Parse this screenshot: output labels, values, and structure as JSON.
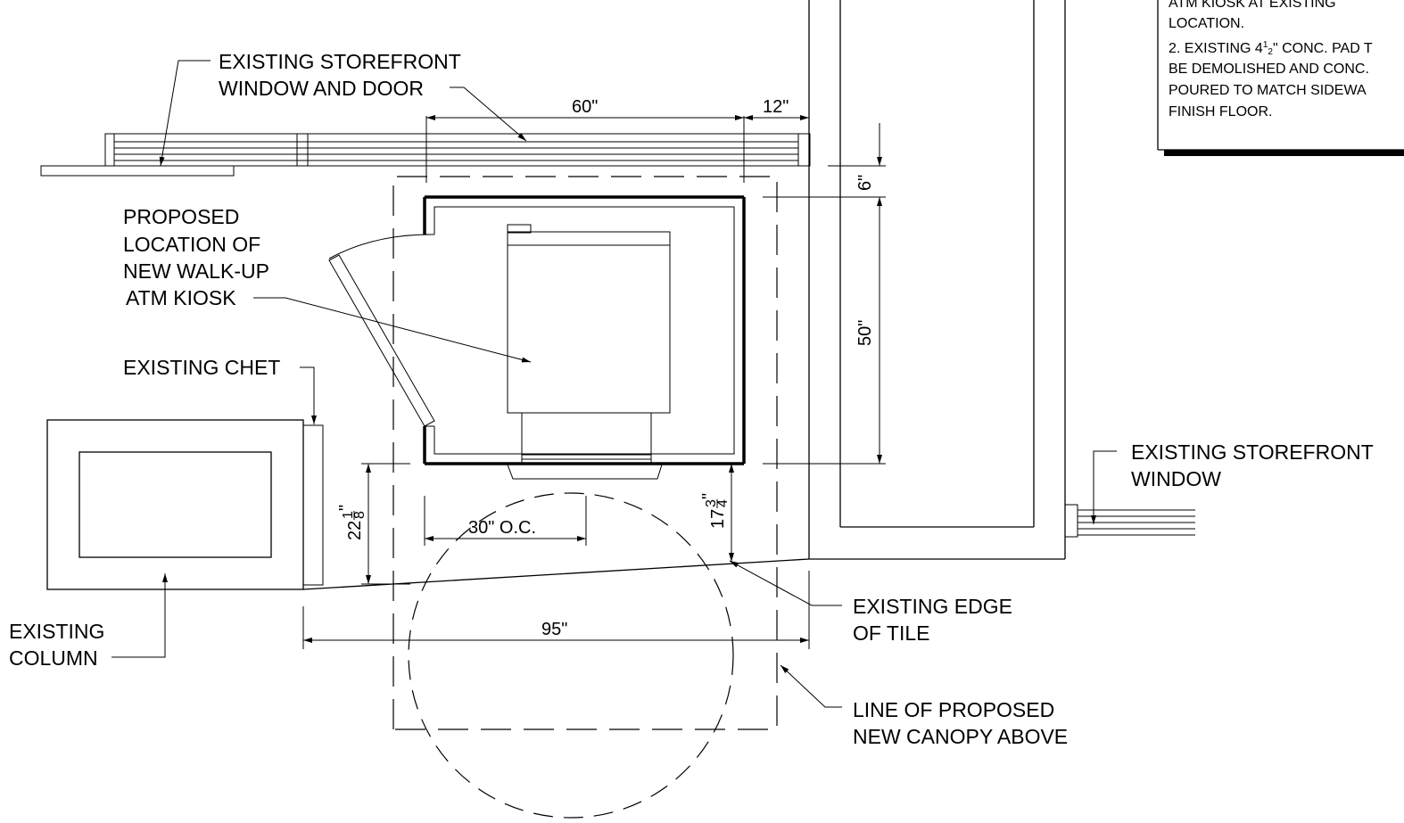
{
  "labels": {
    "existing_storefront_window_door_1": "EXISTING STOREFRONT",
    "existing_storefront_window_door_2": "WINDOW AND DOOR",
    "proposed_location_1": "PROPOSED",
    "proposed_location_2": "LOCATION OF",
    "proposed_location_3": "NEW WALK-UP",
    "proposed_location_4": "ATM KIOSK",
    "existing_chet": "EXISTING CHET",
    "existing_column_1": "EXISTING",
    "existing_column_2": "COLUMN",
    "existing_edge_tile_1": "EXISTING EDGE",
    "existing_edge_tile_2": "OF TILE",
    "canopy_line_1": "LINE OF PROPOSED",
    "canopy_line_2": "NEW CANOPY ABOVE",
    "storefront_window_1": "EXISTING STOREFRONT",
    "storefront_window_2": "WINDOW"
  },
  "dimensions": {
    "width_60": "60\"",
    "width_12": "12\"",
    "height_6": "6\"",
    "height_50": "50\"",
    "spacing_30_oc": "30\" O.C.",
    "width_95": "95\"",
    "height_22_whole": "22",
    "height_22_num": "1",
    "height_22_den": "8",
    "height_17_whole": "17",
    "height_17_num": "3",
    "height_17_den": "4",
    "inch_mark": "\""
  },
  "notes": {
    "line_1": "ATM KIOSK AT EXISTING",
    "line_2": "LOCATION.",
    "line_3_prefix": "2. EXISTING 4",
    "line_3_num": "1",
    "line_3_den": "2",
    "line_3_suffix": "\" CONC. PAD T",
    "line_4": "BE DEMOLISHED AND CONC.",
    "line_5": "POURED TO MATCH SIDEWA",
    "line_6": "FINISH FLOOR."
  }
}
